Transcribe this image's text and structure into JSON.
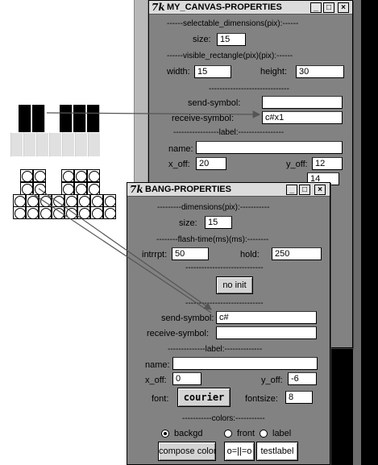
{
  "canvas_window": {
    "title": "MY_CANVAS-PROPERTIES",
    "tk_logo": "7k",
    "selectable_sep": "------selectable_dimensions(pix):------",
    "size_label": "size:",
    "size_value": "15",
    "visible_sep": "------visible_rectangle(pix)(pix):------",
    "width_label": "width:",
    "width_value": "15",
    "height_label": "height:",
    "height_value": "30",
    "dash_sep": "------------------------------",
    "send_label": "send-symbol:",
    "send_value": "",
    "receive_label": "receive-symbol:",
    "receive_value": "c#x1",
    "label_sep": "-----------------label:-----------------",
    "name_label": "name:",
    "name_value": "",
    "xoff_label": "x_off:",
    "xoff_value": "20",
    "yoff_label": "y_off:",
    "yoff_value": "12",
    "fontsize_value": "14"
  },
  "bang_window": {
    "title": "BANG-PROPERTIES",
    "tk_logo": "7k",
    "dims_sep": "---------dimensions(pix):-----------",
    "size_label": "size:",
    "size_value": "15",
    "flash_sep": "--------flash-time(ms)(ms):--------",
    "intrrpt_label": "intrrpt:",
    "intrrpt_value": "50",
    "hold_label": "hold:",
    "hold_value": "250",
    "dash_sep1": "-----------------------------",
    "no_init_label": "no init",
    "dash_sep2": "-----------------------------",
    "send_label": "send-symbol:",
    "send_value": "c#",
    "receive_label": "receive-symbol:",
    "receive_value": "",
    "label_sep": "--------------label:--------------",
    "name_label": "name:",
    "name_value": "",
    "xoff_label": "x_off:",
    "xoff_value": "0",
    "yoff_label": "y_off:",
    "yoff_value": "-6",
    "font_label": "font:",
    "font_button": "courier",
    "fontsize_label": "fontsize:",
    "fontsize_value": "8",
    "colors_sep": "-----------colors:-----------",
    "radio_backgd": "backgd",
    "radio_front": "front",
    "radio_label": "label",
    "compose_label": "compose color",
    "o_label": "o=||=o",
    "testlabel": "testlabel"
  },
  "window_buttons": {
    "minimize": "_",
    "maximize": "□",
    "close": "×"
  }
}
